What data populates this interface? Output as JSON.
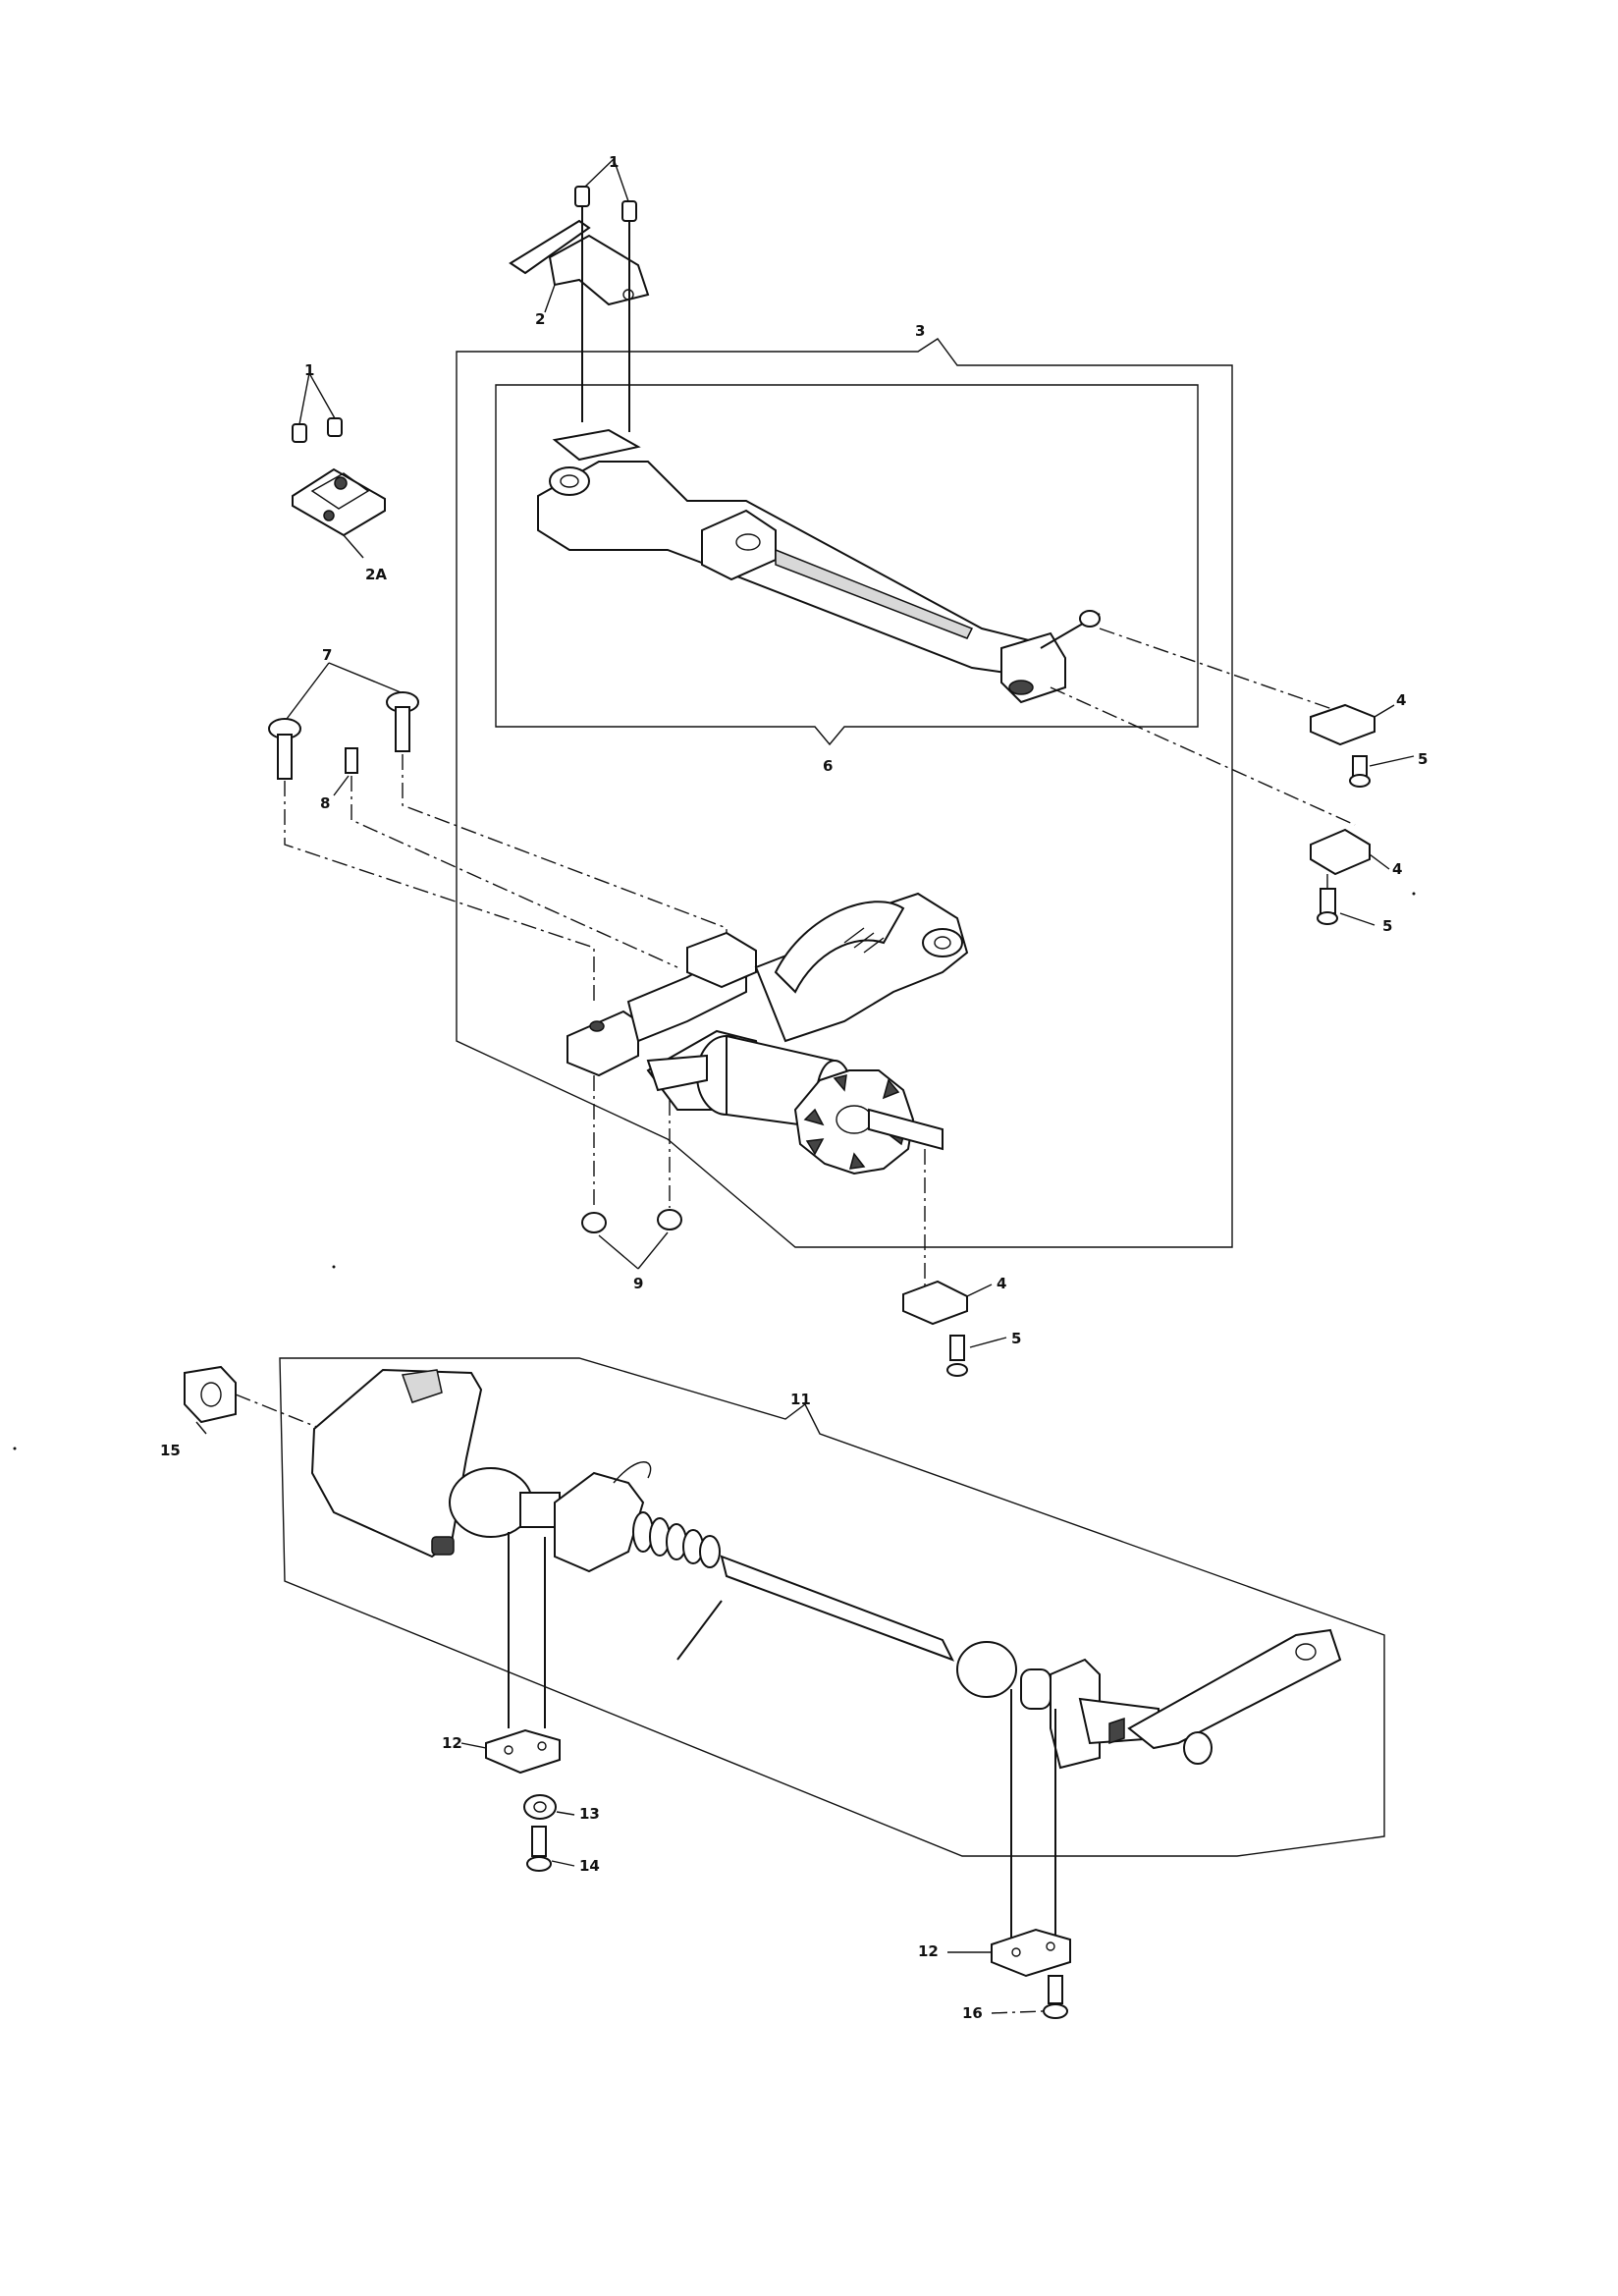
{
  "callouts": {
    "c1a": "1",
    "c1b": "1",
    "c2": "2",
    "c2a": "2A",
    "c3": "3",
    "c4a": "4",
    "c4b": "4",
    "c4c": "4",
    "c5a": "5",
    "c5b": "5",
    "c5c": "5",
    "c6": "6",
    "c7": "7",
    "c8": "8",
    "c9": "9",
    "c11": "11",
    "c12a": "12",
    "c12b": "12",
    "c13": "13",
    "c14": "14",
    "c15": "15",
    "c16": "16"
  }
}
